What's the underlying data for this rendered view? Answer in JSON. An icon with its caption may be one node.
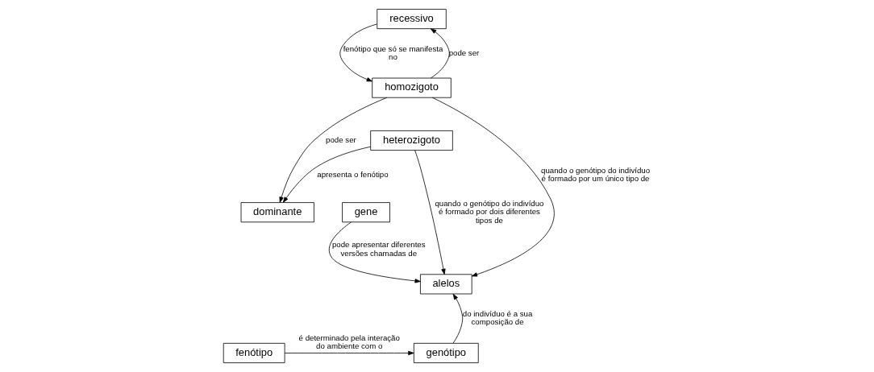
{
  "diagram": {
    "nodes": [
      {
        "text": [
          "recessivo"
        ]
      },
      {
        "text": [
          "homozigoto"
        ]
      },
      {
        "text": [
          "dominante"
        ]
      },
      {
        "text": [
          "heterozigoto"
        ]
      },
      {
        "text": [
          "gene"
        ]
      },
      {
        "text": [
          "alelos"
        ]
      },
      {
        "text": [
          "genótipo"
        ]
      },
      {
        "text": [
          "fenótipo"
        ]
      }
    ],
    "edges": [
      {
        "from": 0,
        "to": 1,
        "arrow": "to",
        "label": "fenótipo que só se manifesta no"
      },
      {
        "from": 1,
        "to": 0,
        "arrow": "to",
        "label": "pode ser"
      },
      {
        "from": 1,
        "to": 2,
        "arrow": "to",
        "label": "pode ser"
      },
      {
        "from": 3,
        "to": 2,
        "arrow": "to",
        "label": "apresenta o fenótipo"
      },
      {
        "from": 1,
        "to": 5,
        "arrow": "to",
        "label": "quando o genótipo do indivíduo é formado por um único tipo de"
      },
      {
        "from": 3,
        "to": 5,
        "arrow": "to",
        "label": "quando o genótipo do indivíduo é formado por dois diferentes tipos de"
      },
      {
        "from": 4,
        "to": 5,
        "arrow": "to",
        "label": "pode apresentar diferentes versões chamadas de"
      },
      {
        "from": 6,
        "to": 5,
        "arrow": "to",
        "label": "do indivíduo é a sua composição de"
      },
      {
        "from": 7,
        "to": 6,
        "arrow": "to",
        "label": "é determinado pela interação do ambiente com o"
      }
    ]
  }
}
